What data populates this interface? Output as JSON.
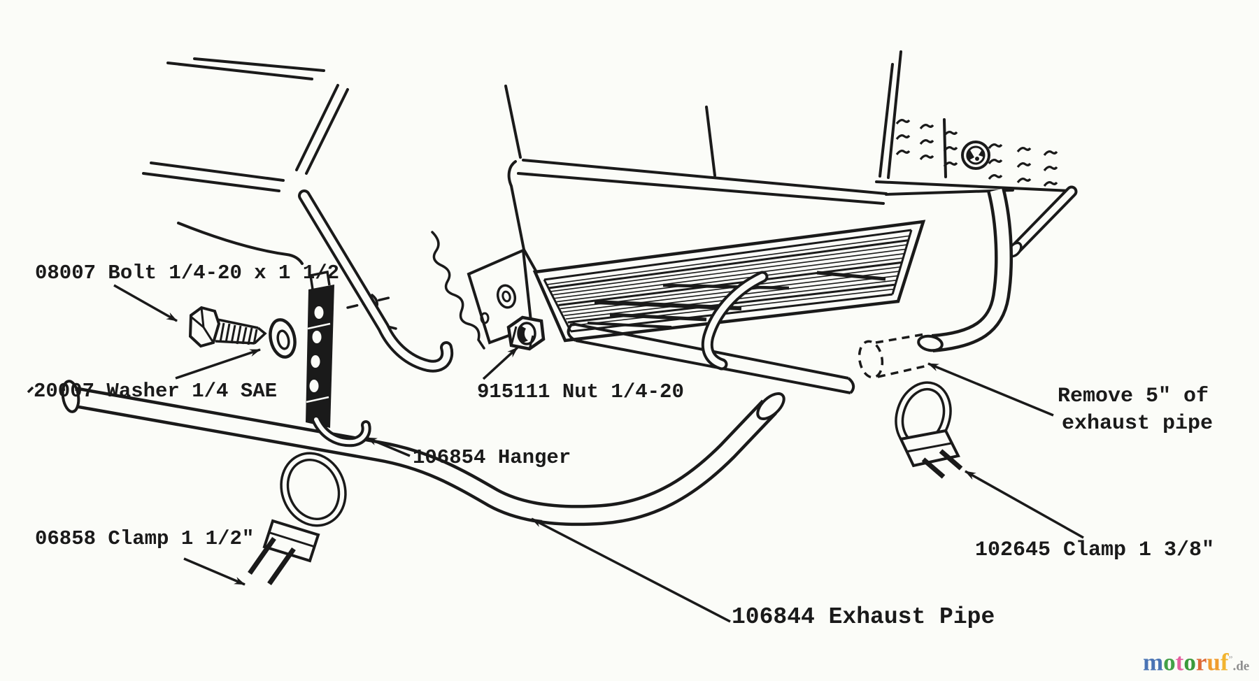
{
  "page": {
    "background": "#fbfcf8",
    "ink": "#1a1a1a",
    "description": "Exploded parts diagram of tractor exhaust pipe assembly"
  },
  "diagram": {
    "labels": {
      "bolt": "08007 Bolt 1/4-20 x 1 1/2",
      "washer": "20007 Washer 1/4 SAE",
      "nut": "915111 Nut 1/4-20",
      "hanger": "106854 Hanger",
      "clamp_left": "06858 Clamp 1 1/2\"",
      "clamp_right": "102645 Clamp 1 3/8\"",
      "exhaust_pipe": "106844 Exhaust Pipe",
      "remove_note_line1": "Remove 5\" of",
      "remove_note_line2": "exhaust pipe"
    }
  },
  "watermark": {
    "letters": [
      {
        "char": "m",
        "color": "#4a74b4"
      },
      {
        "char": "o",
        "color": "#43a047"
      },
      {
        "char": "t",
        "color": "#e5609f"
      },
      {
        "char": "o",
        "color": "#3b9a3b"
      },
      {
        "char": "r",
        "color": "#de6a38"
      },
      {
        "char": "u",
        "color": "#ef9b2d"
      },
      {
        "char": "f",
        "color": "#f2b42f"
      }
    ],
    "mark": "”",
    "suffix": ".de",
    "suffix_color": "#8e8e8e"
  }
}
